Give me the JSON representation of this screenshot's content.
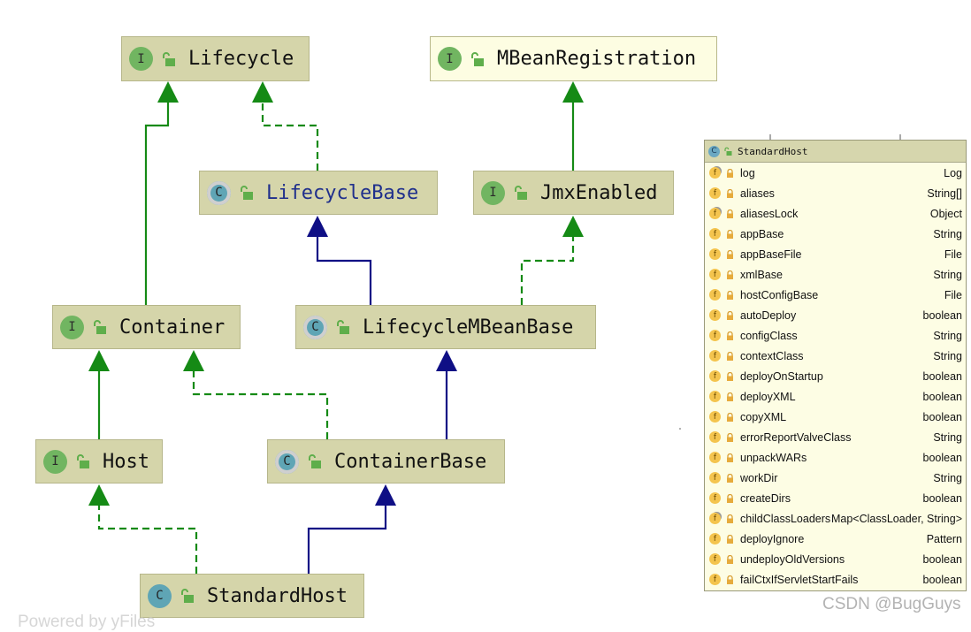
{
  "diagram": {
    "nodes": {
      "lifecycle": {
        "kind": "I",
        "name": "Lifecycle"
      },
      "mbean_registration": {
        "kind": "I",
        "name": "MBeanRegistration"
      },
      "lifecycle_base": {
        "kind": "C",
        "name": "LifecycleBase"
      },
      "jmx_enabled": {
        "kind": "I",
        "name": "JmxEnabled"
      },
      "container": {
        "kind": "I",
        "name": "Container"
      },
      "lifecycle_mbean_base": {
        "kind": "C",
        "name": "LifecycleMBeanBase"
      },
      "host": {
        "kind": "I",
        "name": "Host"
      },
      "container_base": {
        "kind": "C",
        "name": "ContainerBase"
      },
      "standard_host": {
        "kind": "C",
        "name": "StandardHost"
      }
    },
    "colors": {
      "extends": "#158a15",
      "extends_class": "#0f0f85",
      "node_fill": "#d5d5aa",
      "panel_fill": "#fdfde4"
    }
  },
  "panel": {
    "badge": "C",
    "title": "StandardHost",
    "fields": [
      {
        "name": "log",
        "type": "Log",
        "static": true
      },
      {
        "name": "aliases",
        "type": "String[]"
      },
      {
        "name": "aliasesLock",
        "type": "Object",
        "static": true
      },
      {
        "name": "appBase",
        "type": "String"
      },
      {
        "name": "appBaseFile",
        "type": "File"
      },
      {
        "name": "xmlBase",
        "type": "String"
      },
      {
        "name": "hostConfigBase",
        "type": "File"
      },
      {
        "name": "autoDeploy",
        "type": "boolean"
      },
      {
        "name": "configClass",
        "type": "String"
      },
      {
        "name": "contextClass",
        "type": "String"
      },
      {
        "name": "deployOnStartup",
        "type": "boolean"
      },
      {
        "name": "deployXML",
        "type": "boolean"
      },
      {
        "name": "copyXML",
        "type": "boolean"
      },
      {
        "name": "errorReportValveClass",
        "type": "String"
      },
      {
        "name": "unpackWARs",
        "type": "boolean"
      },
      {
        "name": "workDir",
        "type": "String"
      },
      {
        "name": "createDirs",
        "type": "boolean"
      },
      {
        "name": "childClassLoaders",
        "type": "Map<ClassLoader, String>",
        "static": true
      },
      {
        "name": "deployIgnore",
        "type": "Pattern"
      },
      {
        "name": "undeployOldVersions",
        "type": "boolean"
      },
      {
        "name": "failCtxIfServletStartFails",
        "type": "boolean"
      }
    ]
  },
  "watermark": "CSDN @BugGuys",
  "footer": "Powered by yFiles"
}
